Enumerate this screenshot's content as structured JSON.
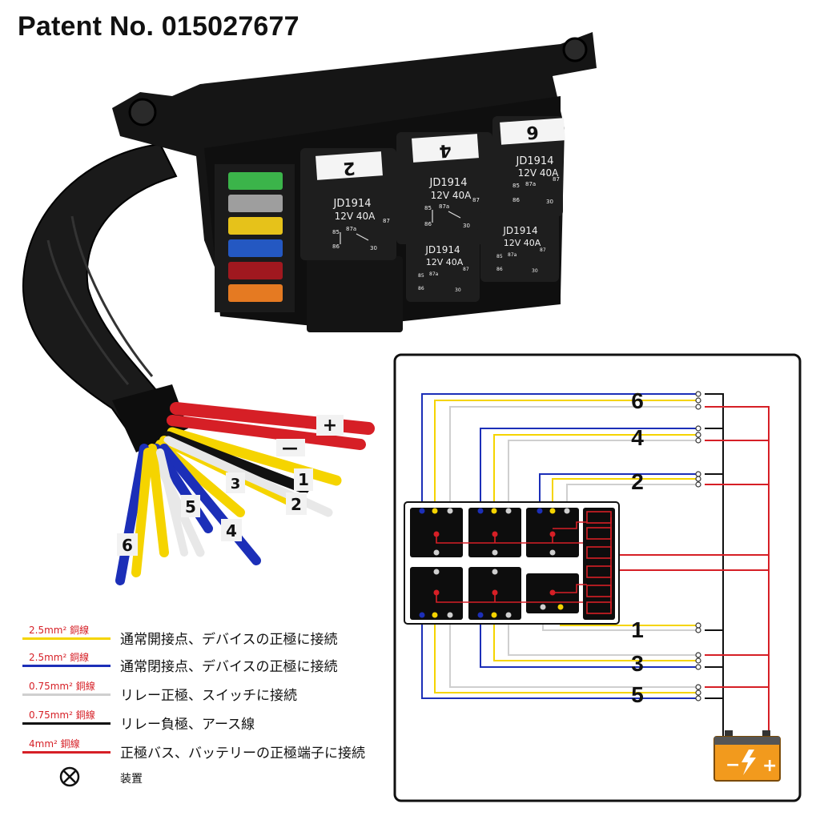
{
  "patent": "Patent No. 015027677",
  "relays": [
    {
      "number": "2",
      "model": "JD1914",
      "rating": "12V 40A",
      "pin85": "85",
      "pin87a": "87a",
      "pin87": "87",
      "pin86": "86",
      "pin30": "30"
    },
    {
      "number": "4",
      "model": "JD1914",
      "rating": "12V 40A",
      "pin85": "85",
      "pin87a": "87a",
      "pin87": "87",
      "pin86": "86",
      "pin30": "30"
    },
    {
      "number": "6",
      "model": "JD1914",
      "rating": "12V 40A",
      "pin85": "85",
      "pin87a": "87a",
      "pin87": "87",
      "pin86": "86",
      "pin30": "30"
    },
    {
      "number": "",
      "model": "JD1914",
      "rating": "12V 40A",
      "pin85": "85",
      "pin87a": "87a",
      "pin87": "87",
      "pin86": "86",
      "pin30": "30"
    },
    {
      "number": "",
      "model": "JD1914",
      "rating": "12V 40A",
      "pin85": "85",
      "pin87a": "87a",
      "pin87": "87",
      "pin86": "86",
      "pin30": "30"
    }
  ],
  "wire_tags": {
    "plus": "+",
    "minus": "—",
    "t1": "1",
    "t2": "2",
    "t3": "3",
    "t4": "4",
    "t5": "5",
    "t6": "6"
  },
  "diagram_numbers": {
    "n6": "6",
    "n4": "4",
    "n2": "2",
    "n1": "1",
    "n3": "3",
    "n5": "5"
  },
  "battery": {
    "minus": "−",
    "plus": "+"
  },
  "legend": [
    {
      "label": "2.5mm² 銅線",
      "color": "#f5d400",
      "text": "通常開接点、デバイスの正極に接続"
    },
    {
      "label": "2.5mm² 銅線",
      "color": "#1c2fb8",
      "text": "通常閉接点、デバイスの正極に接続"
    },
    {
      "label": "0.75mm² 銅線",
      "color": "#cfcfcf",
      "text": "リレー正極、スイッチに接続"
    },
    {
      "label": "0.75mm² 銅線",
      "color": "#111111",
      "text": "リレー負極、アース線"
    },
    {
      "label": "4mm² 銅線",
      "color": "#d61f26",
      "text": "正極バス、バッテリーの正極端子に接続"
    }
  ],
  "legend_switch_text": "装置",
  "colors": {
    "yellow": "#f5d400",
    "blue": "#1c2fb8",
    "gray": "#cfcfcf",
    "black": "#111111",
    "red": "#d61f26",
    "battery": "#f29a1d"
  }
}
